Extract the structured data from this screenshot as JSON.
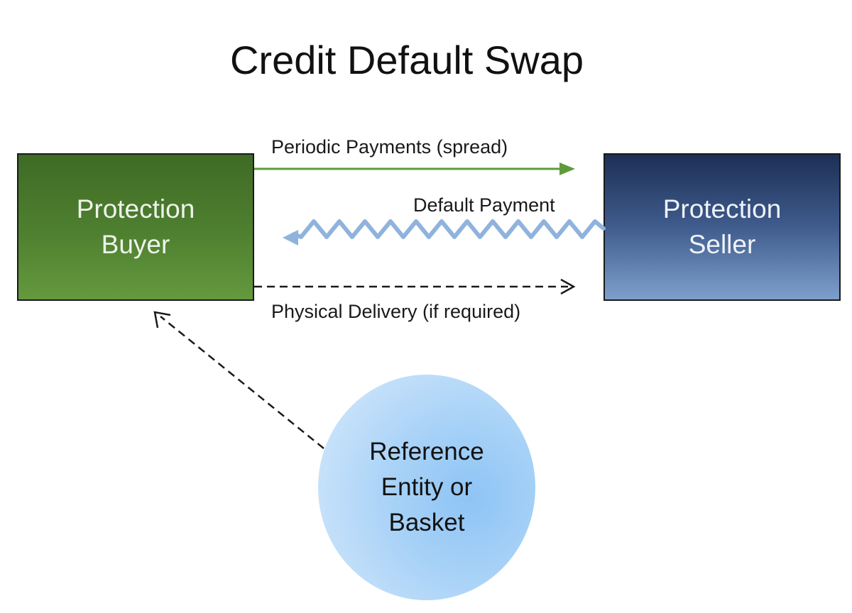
{
  "title": "Credit Default Swap",
  "buyer": {
    "line1": "Protection",
    "line2": "Buyer"
  },
  "seller": {
    "line1": "Protection",
    "line2": "Seller"
  },
  "reference": {
    "line1": "Reference",
    "line2": "Entity or",
    "line3": "Basket"
  },
  "flows": {
    "periodic": "Periodic Payments (spread)",
    "default": "Default Payment",
    "physical": "Physical Delivery (if required)"
  },
  "colors": {
    "periodic_arrow": "#5e9a3c",
    "default_arrow": "#8fb3dc",
    "dashed_arrow": "#1a1a1a"
  }
}
